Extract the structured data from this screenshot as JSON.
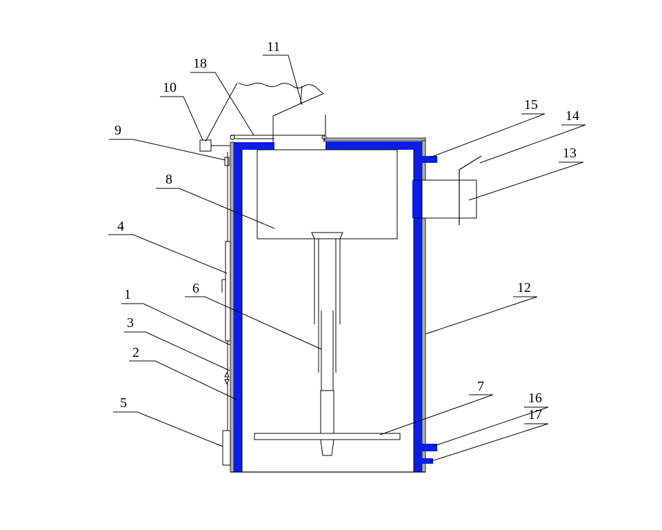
{
  "colors": {
    "jacket": "#0a1ee6",
    "insulation": "#b0b0b0",
    "line": "#000000"
  },
  "labels": {
    "l1": "1",
    "l2": "2",
    "l3": "3",
    "l4": "4",
    "l5": "5",
    "l6": "6",
    "l7": "7",
    "l8": "8",
    "l9": "9",
    "l10": "10",
    "l11": "11",
    "l12": "12",
    "l13": "13",
    "l14": "14",
    "l15": "15",
    "l16": "16",
    "l17": "17",
    "l18": "18"
  }
}
